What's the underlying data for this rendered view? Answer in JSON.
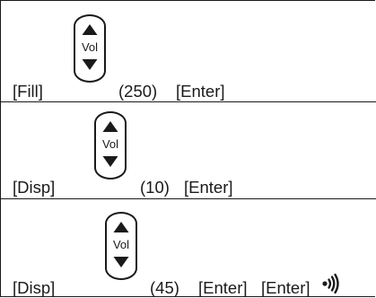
{
  "steps": [
    {
      "key_label": "[Fill]",
      "vol_label": "Vol",
      "value": "(250)",
      "enter_1": "[Enter]"
    },
    {
      "key_label": "[Disp]",
      "vol_label": "Vol",
      "value": "(10)",
      "enter_1": "[Enter]"
    },
    {
      "key_label": "[Disp]",
      "vol_label": "Vol",
      "value": "(45)",
      "enter_1": "[Enter]",
      "enter_2": "[Enter]",
      "sound_icon": "beep-sound-icon"
    }
  ]
}
